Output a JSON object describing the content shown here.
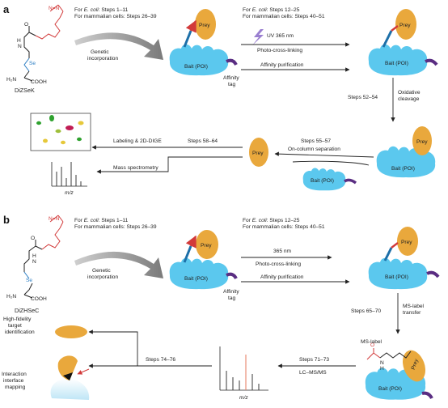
{
  "panel_a": {
    "label": "a",
    "compound": "DiZSeK",
    "chem": {
      "se": "Se",
      "h2n": "H₂N",
      "cooh": "COOH",
      "o": "O",
      "h": "H",
      "n": "N",
      "nn": "N=N"
    },
    "steps_1": {
      "prefix": "For ",
      "org": "E. coli",
      "rest": ": Steps 1–11",
      "line2": "For mammalian cells: Steps 26–39"
    },
    "steps_2": {
      "prefix": "For ",
      "org": "E. coli",
      "rest": ": Steps 12–25",
      "line2": "For mammalian cells: Steps 40–51"
    },
    "genetic": [
      "Genetic",
      "incorporation"
    ],
    "prey": "Prey",
    "bait": "Bait (POI)",
    "affinity_tag": [
      "Affinity",
      "tag"
    ],
    "uv": "UV 365 nm",
    "photo": "Photo-cross-linking",
    "affinity_purification": "Affinity purification",
    "steps_52_54": "Steps 52–54",
    "oxidative": [
      "Oxidative",
      "cleavage"
    ],
    "steps_55_57": "Steps 55–57",
    "on_column": "On-column separation",
    "steps_58_64": "Steps 58–64",
    "labeling": "Labeling & 2D-DIGE",
    "mass_spec": "Mass spectrometry",
    "mz": "m/z"
  },
  "panel_b": {
    "label": "b",
    "compound": "DiZHSeC",
    "chem": {
      "se": "Se",
      "h2n": "H₂N",
      "cooh": "COOH",
      "o": "O",
      "h": "H",
      "n": "N",
      "nn": "N=N"
    },
    "steps_1": {
      "prefix": "For ",
      "org": "E. coli",
      "rest": ": Steps 1–11",
      "line2": "For mammalian cells: Steps 26–39"
    },
    "steps_2": {
      "prefix": "For ",
      "org": "E. coli",
      "rest": ": Steps 12–25",
      "line2": "For mammalian cells: Steps 40–51"
    },
    "genetic": [
      "Genetic",
      "incorporation"
    ],
    "prey": "Prey",
    "bait": "Bait (POI)",
    "affinity_tag": [
      "Affinity",
      "tag"
    ],
    "nm": "365 nm",
    "photo": "Photo-cross-linking",
    "affinity_purification": "Affinity purification",
    "steps_65_70": "Steps 65–70",
    "ms_transfer": [
      "MS-label",
      "transfer"
    ],
    "ms_label": "MS-label",
    "steps_71_73": "Steps 71–73",
    "lcms": "LC–MS/MS",
    "steps_74_76": "Steps 74–76",
    "high_fidelity": [
      "High-fidelity",
      "target",
      "identification"
    ],
    "interaction": [
      "Interaction",
      "interface",
      "mapping"
    ],
    "mz": "m/z"
  },
  "colors": {
    "bait": "#5bc8ee",
    "prey": "#e9a83c",
    "tag": "#5a2d82",
    "linker": "#d23a3a",
    "se": "#2d7fc4",
    "ms_peak": "#e8836a"
  }
}
